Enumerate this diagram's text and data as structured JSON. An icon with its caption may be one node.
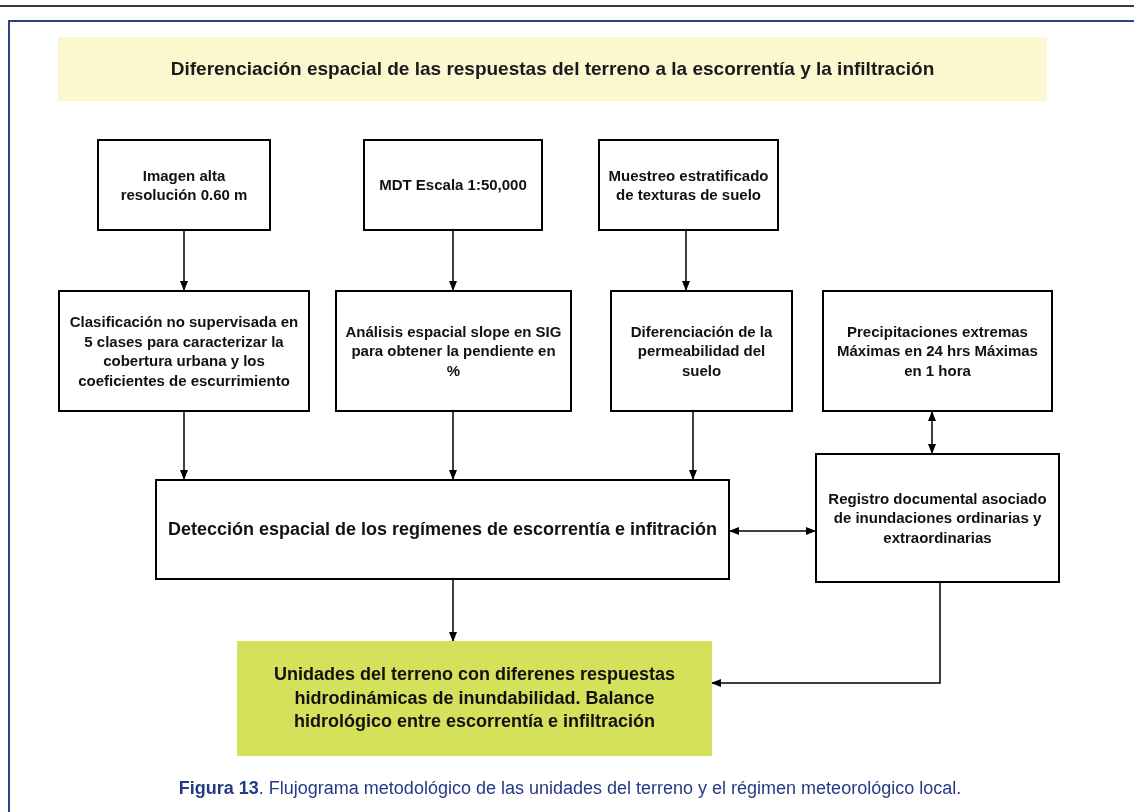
{
  "diagram": {
    "title": "Diferenciación espacial de las respuestas del terreno a la escorrentía y la infiltración",
    "caption": "**Figura 13**. Flujograma metodológico de las unidades del terreno y el régimen meteorológico local.",
    "nodes": [
      {
        "text": [
          "Imagen alta resolución 0.60 m"
        ]
      },
      {
        "text": [
          "MDT Escala 1:50,000"
        ]
      },
      {
        "text": [
          "Muestreo estratificado de texturas de suelo"
        ]
      },
      {
        "text": [
          "Clasificación no supervisada en 5 clases para caracterizar la cobertura urbana y los coeficientes de escurrimiento"
        ]
      },
      {
        "text": [
          "Análisis espacial slope en SIG para obtener la pendiente en %"
        ]
      },
      {
        "text": [
          "Diferenciación de la permeabilidad del suelo"
        ]
      },
      {
        "text": [
          "Precipitaciones extremas Máximas en 24 hrs Máximas en 1 hora"
        ]
      },
      {
        "text": [
          "Detección espacial de los regímenes de escorrentía e infitración"
        ]
      },
      {
        "text": [
          "Registro documental asociado de inundaciones ordinarias y extraordinarias"
        ]
      },
      {
        "text": [
          "Unidades del terreno con diferenes respuestas hidrodinámicas de inundabilidad. Balance hidrológico entre escorrentía e infiltración"
        ]
      }
    ],
    "edges": [
      {
        "from": 0,
        "to": 3,
        "arrow": "to"
      },
      {
        "from": 1,
        "to": 4,
        "arrow": "to"
      },
      {
        "from": 2,
        "to": 5,
        "arrow": "to"
      },
      {
        "from": 3,
        "to": 7,
        "arrow": "to"
      },
      {
        "from": 4,
        "to": 7,
        "arrow": "to"
      },
      {
        "from": 5,
        "to": 7,
        "arrow": "to"
      },
      {
        "from": 6,
        "to": 8,
        "arrow": "both"
      },
      {
        "from": 7,
        "to": 8,
        "arrow": "both"
      },
      {
        "from": 7,
        "to": 9,
        "arrow": "to"
      },
      {
        "from": 8,
        "to": 9,
        "arrow": "to"
      }
    ]
  }
}
